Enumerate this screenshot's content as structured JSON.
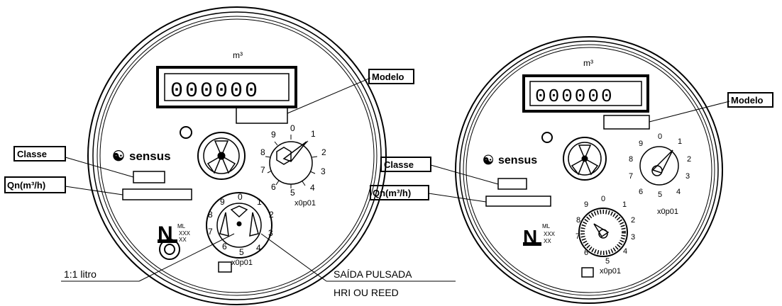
{
  "left_meter": {
    "unit": "m³",
    "display_digits": "000000",
    "brand": "sensus",
    "label_modelo": "Modelo",
    "label_classe": "Classe",
    "label_qn": "Qn(m³/h)",
    "dial_small_digits": [
      "0",
      "1",
      "2",
      "3",
      "4",
      "5",
      "6",
      "7",
      "8",
      "9"
    ],
    "dial_small_code": "x0p01",
    "dial_big_digits": [
      "0",
      "1",
      "2",
      "3",
      "4",
      "5",
      "6",
      "7",
      "8",
      "9"
    ],
    "dial_big_code": "x0p01",
    "mark_text": [
      "ML",
      "XXX",
      "XX"
    ],
    "callout_litro": "1:1  litro",
    "callout_pulsada": "SAÍDA  PULSADA",
    "callout_hri": "HRI  OU  REED"
  },
  "right_meter": {
    "unit": "m³",
    "display_digits": "000000",
    "brand": "sensus",
    "label_modelo": "Modelo",
    "label_classe": "Classe",
    "label_qn": "Qn(m³/h)",
    "dial_small_digits": [
      "0",
      "1",
      "2",
      "3",
      "4",
      "5",
      "6",
      "7",
      "8",
      "9"
    ],
    "dial_small_code": "x0p01",
    "dial_big_digits": [
      "0",
      "1",
      "2",
      "3",
      "4",
      "5",
      "6",
      "7",
      "8",
      "9"
    ],
    "dial_big_code": "x0p01",
    "mark_text": [
      "ML",
      "XXX",
      "XX"
    ]
  }
}
